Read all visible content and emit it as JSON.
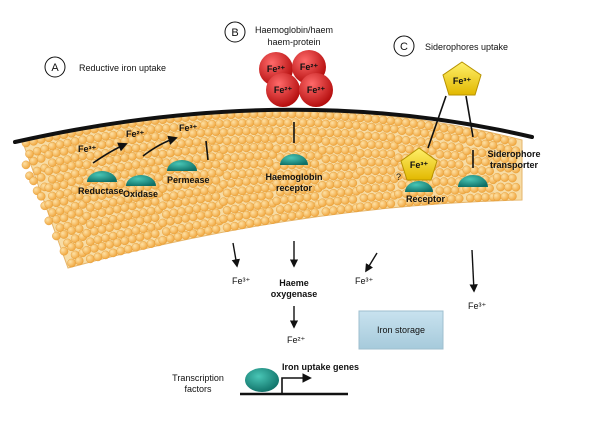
{
  "sections": {
    "a": {
      "letter": "A",
      "title": "Reductive iron uptake"
    },
    "b": {
      "letter": "B",
      "title_line1": "Haemoglobin/haem",
      "title_line2": "haem-protein"
    },
    "c": {
      "letter": "C",
      "title": "Siderophores uptake"
    }
  },
  "reductive": {
    "ion_fe3": "Fe³⁺",
    "ion_fe2": "Fe²⁺",
    "ion_fe3_out": "Fe³⁺",
    "reductase": "Reductase",
    "oxidase": "Oxidase",
    "permease": "Permease",
    "fe3_inside": "Fe³⁺"
  },
  "haem": {
    "sphere_label": "Fe²⁺",
    "receptor_line1": "Haemoglobin",
    "receptor_line2": "receptor",
    "oxygenase_line1": "Haeme",
    "oxygenase_line2": "oxygenase",
    "fe2_inside": "Fe²⁺"
  },
  "siderophore": {
    "pentagon_label": "Fe³⁺",
    "receptor": "Receptor",
    "question": "?",
    "transporter_line1": "Siderophore",
    "transporter_line2": "transporter",
    "fe3_inside_mid": "Fe³⁺",
    "fe3_inside_right": "Fe³⁺"
  },
  "storage": {
    "label": "Iron storage"
  },
  "transcription": {
    "factor_line1": "Transcription",
    "factor_line2": "factors",
    "genes": "Iron uptake genes"
  },
  "colors": {
    "lipid_head": "#f4b44a",
    "lipid_tail": "#f6d79c",
    "protein": "#1f9a8c",
    "sphere": "#d81d1d",
    "siderophore": "#f2d40f",
    "storage_box": "#b7d6e6"
  }
}
